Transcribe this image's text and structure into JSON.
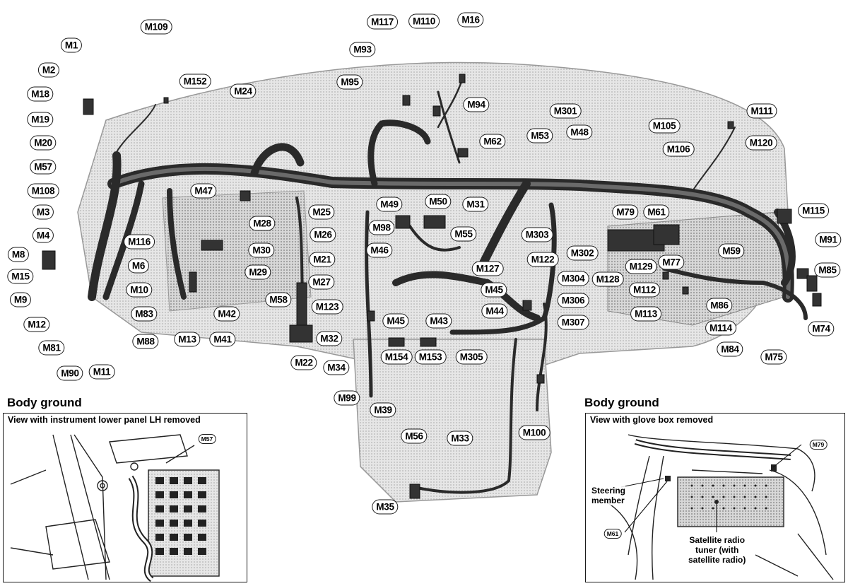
{
  "main_diagram": {
    "connectors": [
      "M1",
      "M2",
      "M18",
      "M19",
      "M20",
      "M57",
      "M108",
      "M3",
      "M4",
      "M8",
      "M15",
      "M9",
      "M12",
      "M81",
      "M90",
      "M11",
      "M116",
      "M6",
      "M10",
      "M83",
      "M88",
      "M109",
      "M152",
      "M24",
      "M47",
      "M28",
      "M30",
      "M29",
      "M13",
      "M41",
      "M42",
      "M25",
      "M26",
      "M21",
      "M27",
      "M58",
      "M123",
      "M32",
      "M22",
      "M34",
      "M99",
      "M39",
      "M117",
      "M110",
      "M16",
      "M93",
      "M95",
      "M94",
      "M62",
      "M49",
      "M50",
      "M31",
      "M98",
      "M55",
      "M46",
      "M127",
      "M45",
      "M43",
      "M44",
      "M154",
      "M153",
      "M305",
      "M56",
      "M33",
      "M35",
      "M100",
      "M301",
      "M53",
      "M48",
      "M303",
      "M122",
      "M302",
      "M304",
      "M306",
      "M307",
      "M79",
      "M61",
      "M128",
      "M129",
      "M77",
      "M59",
      "M105",
      "M106",
      "M111",
      "M120",
      "M115",
      "M91",
      "M85",
      "M112",
      "M113",
      "M86",
      "M114",
      "M84",
      "M75",
      "M74"
    ],
    "connector_m45_second": "M45"
  },
  "inset_left": {
    "title": "Body ground",
    "caption": "View with instrument lower panel LH removed",
    "label": "M57"
  },
  "inset_right": {
    "title": "Body ground",
    "caption": "View with glove box removed",
    "label_top": "M79",
    "label_bottom": "M61",
    "note_steering_1": "Steering",
    "note_steering_2": "member",
    "note_tuner_1": "Satellite radio",
    "note_tuner_2": "tuner (with",
    "note_tuner_3": "satellite radio)"
  }
}
